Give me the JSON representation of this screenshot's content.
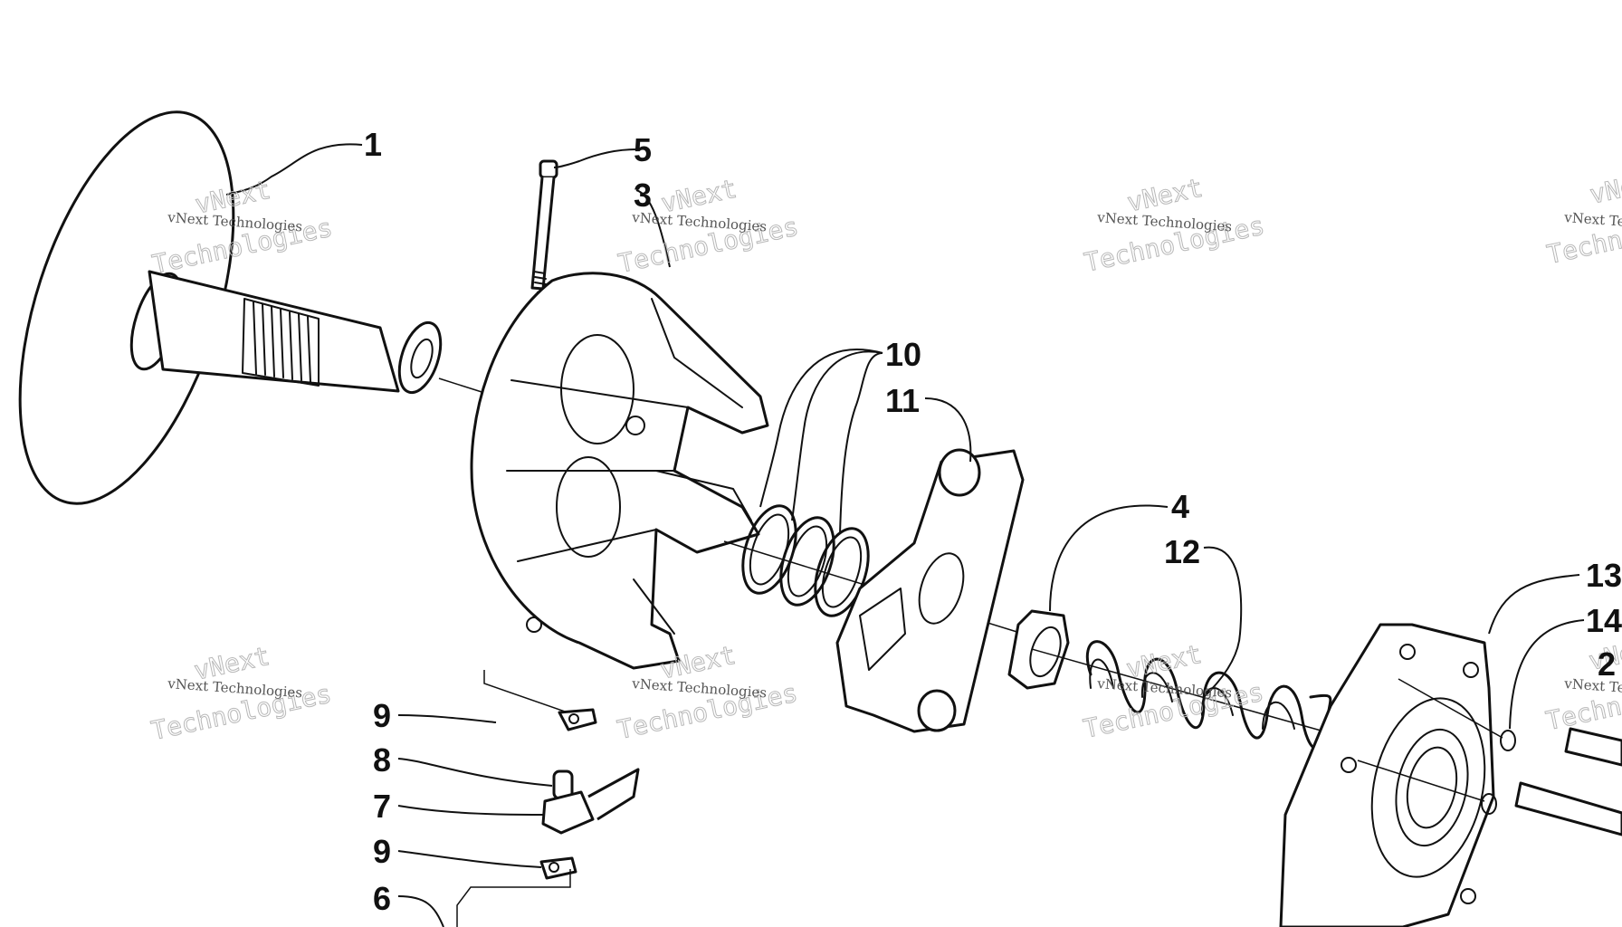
{
  "callouts": [
    "1",
    "5",
    "3",
    "10",
    "11",
    "4",
    "12",
    "13",
    "14",
    "2",
    "9",
    "8",
    "7",
    "9",
    "6"
  ],
  "watermark": {
    "big_line1": "vNext",
    "big_line2": "Technologies",
    "small": "vNext Technologies"
  },
  "colors": {
    "ink": "#111111",
    "watermark": "#b8b8b8",
    "background": "#ffffff"
  }
}
